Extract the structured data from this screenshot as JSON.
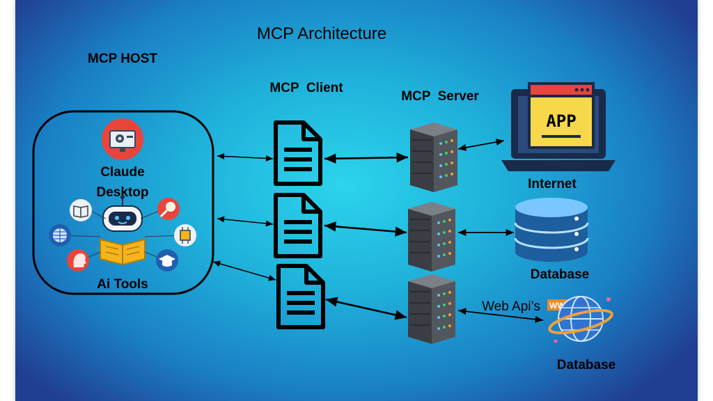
{
  "title": "MCP Architecture",
  "host": {
    "label": "MCP HOST",
    "app_name_line1": "Claude",
    "app_name_line2": "Desktop",
    "tools_label": "Ai Tools"
  },
  "client": {
    "label": "MCP  Client"
  },
  "server": {
    "label": "MCP  Server"
  },
  "targets": {
    "app_badge": "APP",
    "internet_label": "Internet",
    "database_label": "Database",
    "web_api_label": "Web Api’s",
    "www_badge": "WWW",
    "database_label_2": "Database"
  },
  "colors": {
    "host_border": "#000000",
    "claude_icon": "#e8453c",
    "app_screen": "#f7d84a",
    "laptop_frame": "#1a2a4a",
    "database": "#1f6fb6",
    "robot_book": "#f4b41a"
  },
  "icons": [
    "claude-desktop-gear-icon",
    "robot-reading-icon",
    "book-icon",
    "magnifier-icon",
    "grid-globe-icon",
    "chip-icon",
    "head-profile-icon",
    "graduation-cap-icon",
    "document-icon",
    "server-rack-icon",
    "laptop-app-icon",
    "database-icon",
    "globe-icon"
  ]
}
